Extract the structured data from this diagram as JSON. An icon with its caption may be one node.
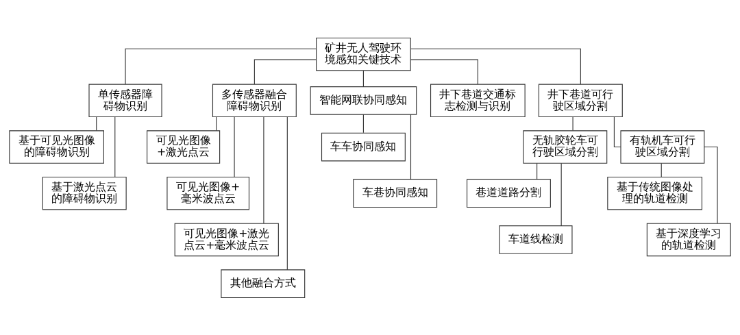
{
  "diagram": {
    "nodes": [
      {
        "text": [
          "矿井无人驾驶环境感知关键技术"
        ]
      },
      {
        "text": [
          "单传感器障碍物识别"
        ]
      },
      {
        "text": [
          "基于可见光图像的障碍物识别"
        ]
      },
      {
        "text": [
          "基于激光点云的障碍物识别"
        ]
      },
      {
        "text": [
          "多传感器融合障碍物识别"
        ]
      },
      {
        "text": [
          "可见光图像+激光点云"
        ]
      },
      {
        "text": [
          "可见光图像+毫米波点云"
        ]
      },
      {
        "text": [
          "可见光图像+激光点云+毫米波点云"
        ]
      },
      {
        "text": [
          "其他融合方式"
        ]
      },
      {
        "text": [
          "智能网联协同感知"
        ]
      },
      {
        "text": [
          "车车协同感知"
        ]
      },
      {
        "text": [
          "车巷协同感知"
        ]
      },
      {
        "text": [
          "井下巷道交通标志检测与识别"
        ]
      },
      {
        "text": [
          "井下巷道可行驶区域分割"
        ]
      },
      {
        "text": [
          "无轨胶轮车可行驶区域分割"
        ]
      },
      {
        "text": [
          "巷道道路分割"
        ]
      },
      {
        "text": [
          "车道线检测"
        ]
      },
      {
        "text": [
          "有轨机车可行驶区域分割"
        ]
      },
      {
        "text": [
          "基于传统图像处理的轨道检测"
        ]
      },
      {
        "text": [
          "基于深度学习的轨道检测"
        ]
      }
    ],
    "edges": [
      {
        "from": 0,
        "to": 1,
        "arrow": "none"
      },
      {
        "from": 0,
        "to": 4,
        "arrow": "none"
      },
      {
        "from": 0,
        "to": 9,
        "arrow": "none"
      },
      {
        "from": 0,
        "to": 12,
        "arrow": "none"
      },
      {
        "from": 0,
        "to": 13,
        "arrow": "none"
      },
      {
        "from": 1,
        "to": 2,
        "arrow": "none"
      },
      {
        "from": 1,
        "to": 3,
        "arrow": "none"
      },
      {
        "from": 4,
        "to": 5,
        "arrow": "none"
      },
      {
        "from": 4,
        "to": 6,
        "arrow": "none"
      },
      {
        "from": 4,
        "to": 7,
        "arrow": "none"
      },
      {
        "from": 4,
        "to": 8,
        "arrow": "none"
      },
      {
        "from": 9,
        "to": 10,
        "arrow": "none"
      },
      {
        "from": 9,
        "to": 11,
        "arrow": "none"
      },
      {
        "from": 13,
        "to": 14,
        "arrow": "none"
      },
      {
        "from": 13,
        "to": 17,
        "arrow": "none"
      },
      {
        "from": 14,
        "to": 15,
        "arrow": "none"
      },
      {
        "from": 14,
        "to": 16,
        "arrow": "none"
      },
      {
        "from": 17,
        "to": 18,
        "arrow": "none"
      },
      {
        "from": 17,
        "to": 19,
        "arrow": "none"
      }
    ]
  }
}
